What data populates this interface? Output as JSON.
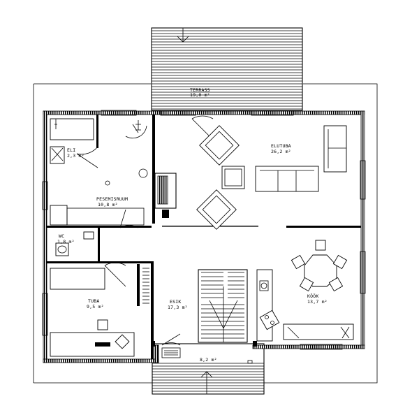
{
  "rooms": [
    {
      "id": "terrass",
      "name": "TERRASS",
      "area": "19,0 m²"
    },
    {
      "id": "eli",
      "name": "ELI",
      "area": "2,3 m²"
    },
    {
      "id": "elutuba",
      "name": "ELUTUBA",
      "area": "26,2 m²"
    },
    {
      "id": "esik_upper",
      "name": "PESEMISRUUM",
      "area": "10,8 m²"
    },
    {
      "id": "wc",
      "name": "WC",
      "area": "1,8 m²"
    },
    {
      "id": "tuba",
      "name": "TUBA",
      "area": "9,5 m²"
    },
    {
      "id": "esik",
      "name": "ESIK",
      "area": "17,3 m²"
    },
    {
      "id": "kook",
      "name": "KÖÖK",
      "area": "13,7 m²"
    },
    {
      "id": "porch",
      "name": "",
      "area": "8,2 m²"
    }
  ]
}
